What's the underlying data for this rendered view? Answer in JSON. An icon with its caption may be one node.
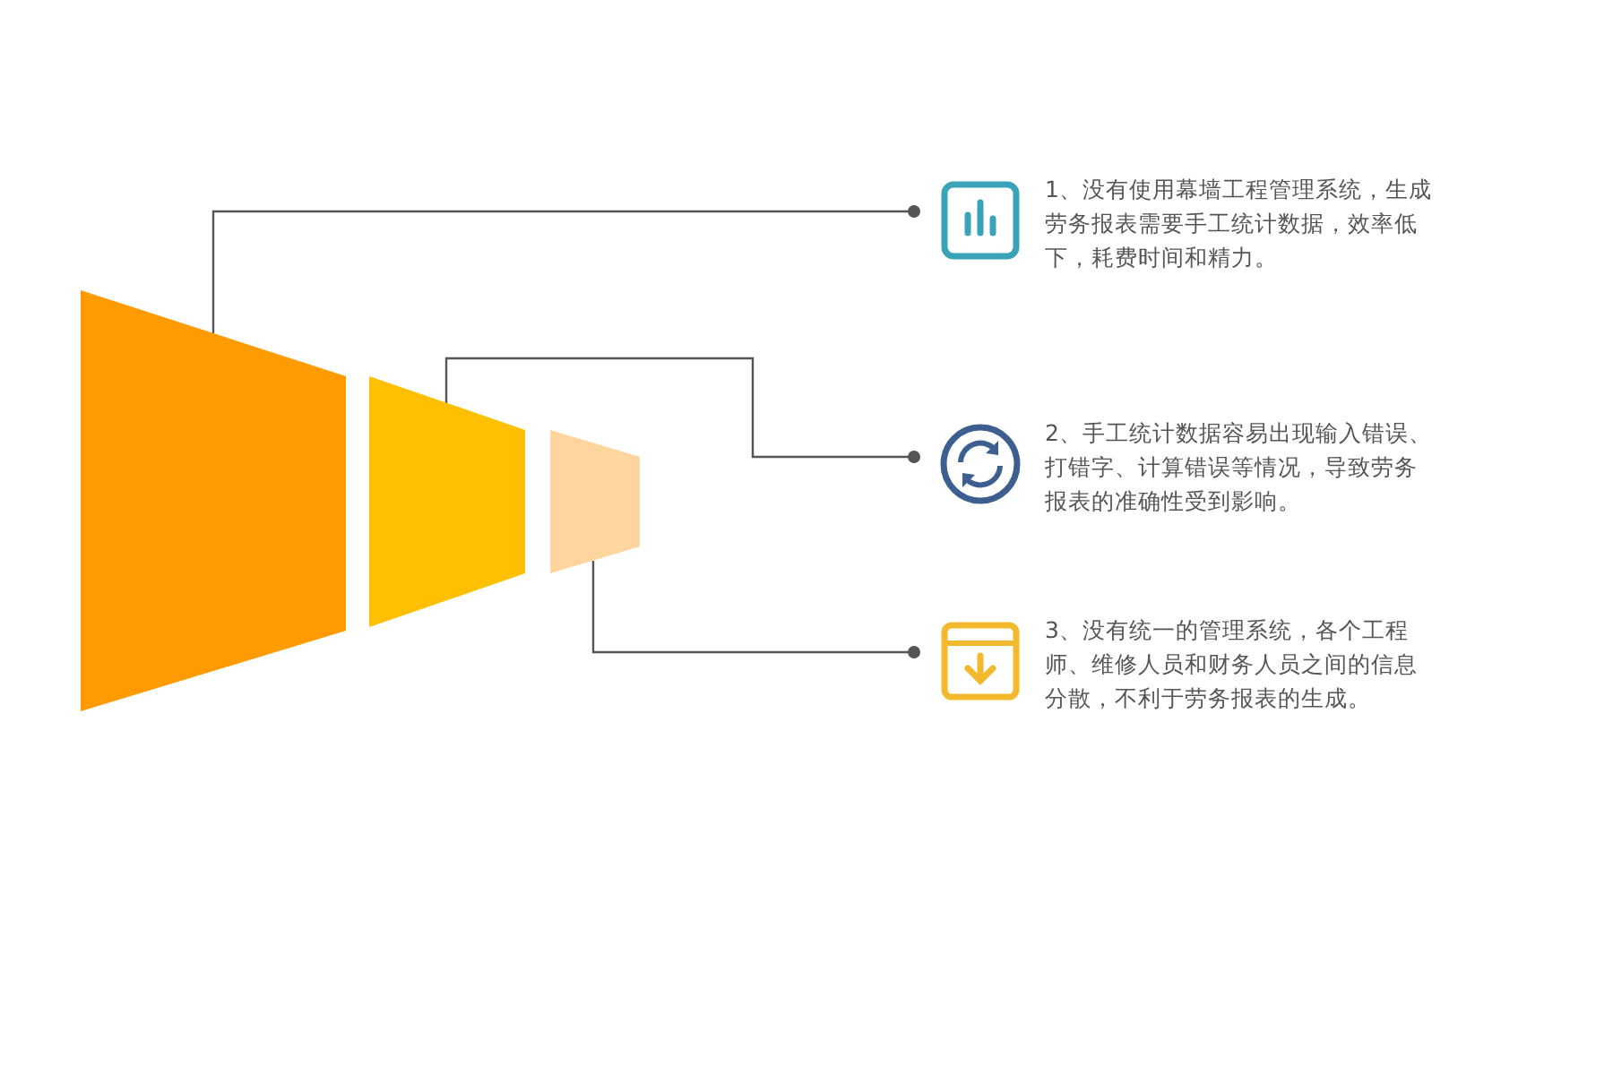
{
  "diagram": {
    "nodes": [
      {
        "text": [],
        "shape": "trapezoid"
      },
      {
        "text": [],
        "shape": "trapezoid"
      },
      {
        "text": [],
        "shape": "trapezoid"
      },
      {
        "text": [
          "1、没有使用幕墙工程管理系统，生成劳务报表需要手工统计数据，效率低下，耗费时间和精力。"
        ]
      },
      {
        "text": [
          "2、手工统计数据容易出现输入错误、打错字、计算错误等情况，导致劳务报表的准确性受到影响。"
        ]
      },
      {
        "text": [
          "3、没有统一的管理系统，各个工程师、维修人员和财务人员之间的信息分散，不利于劳务报表的生成。"
        ]
      }
    ],
    "edges": [
      {
        "from": 0,
        "to": 3,
        "arrow": "other"
      },
      {
        "from": 1,
        "to": 4,
        "arrow": "other"
      },
      {
        "from": 2,
        "to": 5,
        "arrow": "other"
      }
    ]
  }
}
